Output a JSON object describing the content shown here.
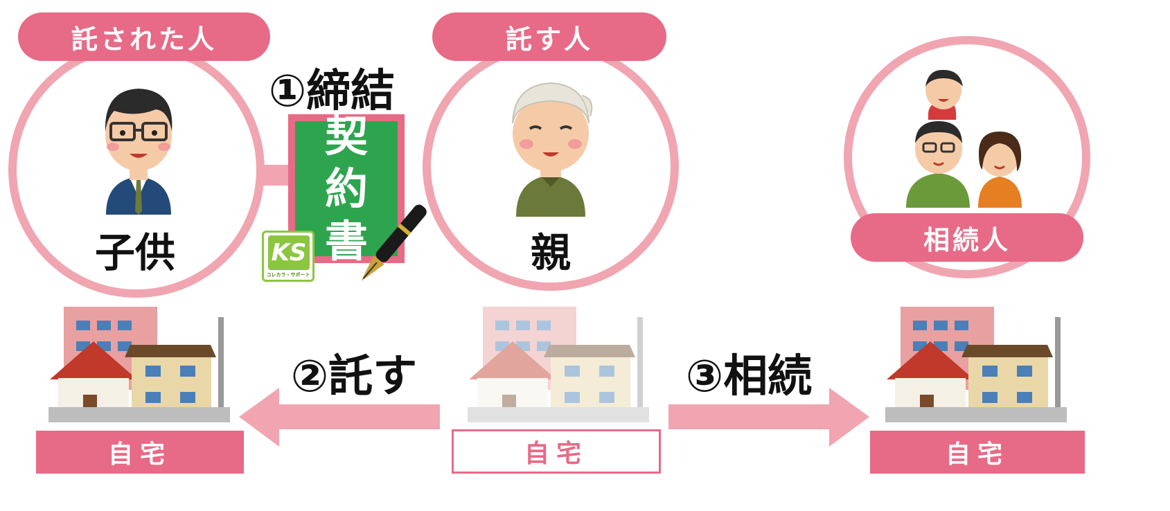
{
  "roles": {
    "trustee": "託された人",
    "settlor": "託す人",
    "heir": "相続人"
  },
  "persons": {
    "child": "子供",
    "parent": "親"
  },
  "steps": {
    "step1": "①締結",
    "step2": "②託す",
    "step3": "③相続"
  },
  "contract": {
    "chars": [
      "契",
      "約",
      "書"
    ]
  },
  "logo": {
    "mark": "KS",
    "caption": "コレカラ・サポート"
  },
  "homes": {
    "left": "自宅",
    "center": "自宅",
    "right": "自宅"
  },
  "colors": {
    "accent": "#e76a86",
    "soft": "#f0a5b1",
    "contract_green": "#2ea44f"
  },
  "icons": [
    "businessman-icon",
    "grandfather-icon",
    "family-icon",
    "house-icon",
    "fountain-pen-icon",
    "arrow-left-icon",
    "arrow-right-icon"
  ]
}
